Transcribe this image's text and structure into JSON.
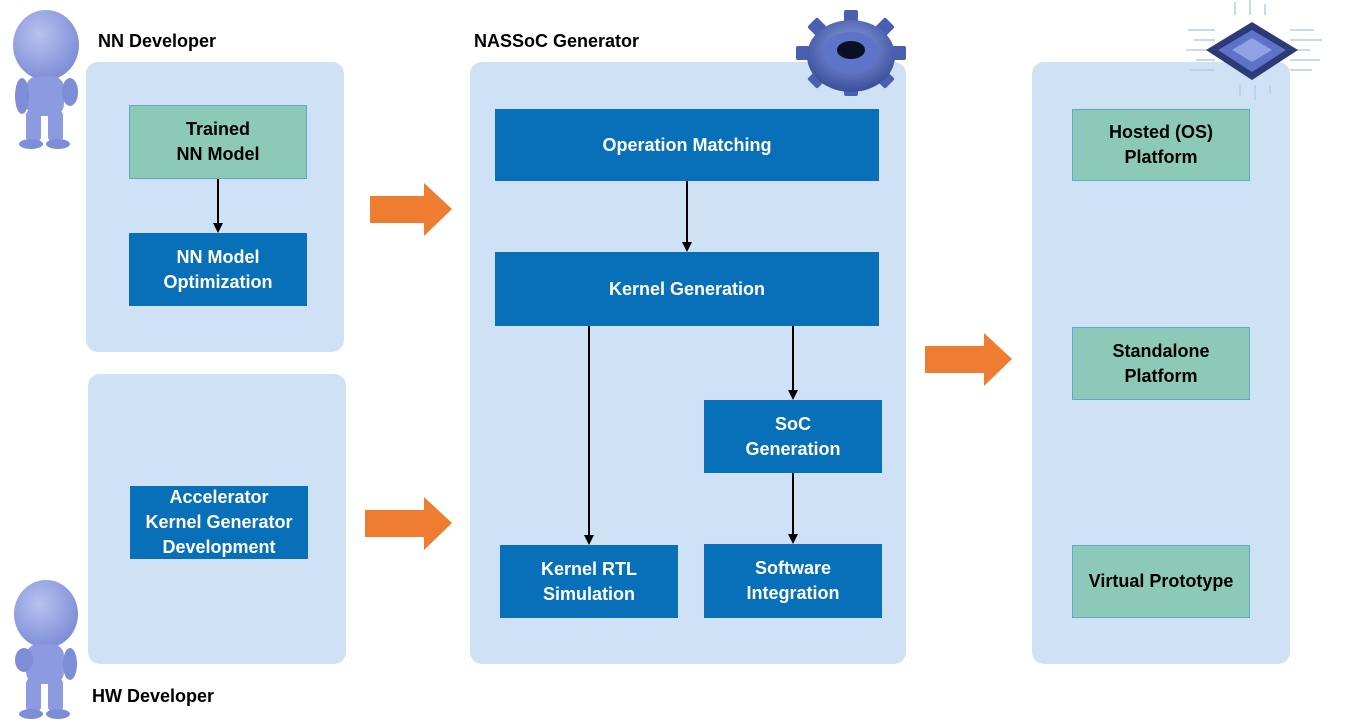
{
  "lanes": {
    "nn_developer": "NN Developer",
    "nassoc_generator": "NASSoC Generator",
    "hw_developer": "HW Developer"
  },
  "nodes": {
    "trained_model": "Trained\nNN Model",
    "model_optimization": "NN Model\nOptimization",
    "accel_kernel_dev": "Accelerator\nKernel Generator\nDevelopment",
    "operation_matching": "Operation Matching",
    "kernel_generation": "Kernel Generation",
    "soc_generation": "SoC\nGeneration",
    "kernel_rtl_sim": "Kernel RTL\nSimulation",
    "software_integration": "Software\nIntegration",
    "hosted_platform": "Hosted (OS)\nPlatform",
    "standalone_platform": "Standalone\nPlatform",
    "virtual_prototype": "Virtual Prototype"
  },
  "colors": {
    "panel": "#cfe2f5",
    "process_box": "#0870b8",
    "output_box": "#8cc9b9",
    "flow_arrow": "#ef7d31",
    "figure": "#8c9be0"
  },
  "icons": [
    "person-icon",
    "gear-icon",
    "chip-icon"
  ]
}
